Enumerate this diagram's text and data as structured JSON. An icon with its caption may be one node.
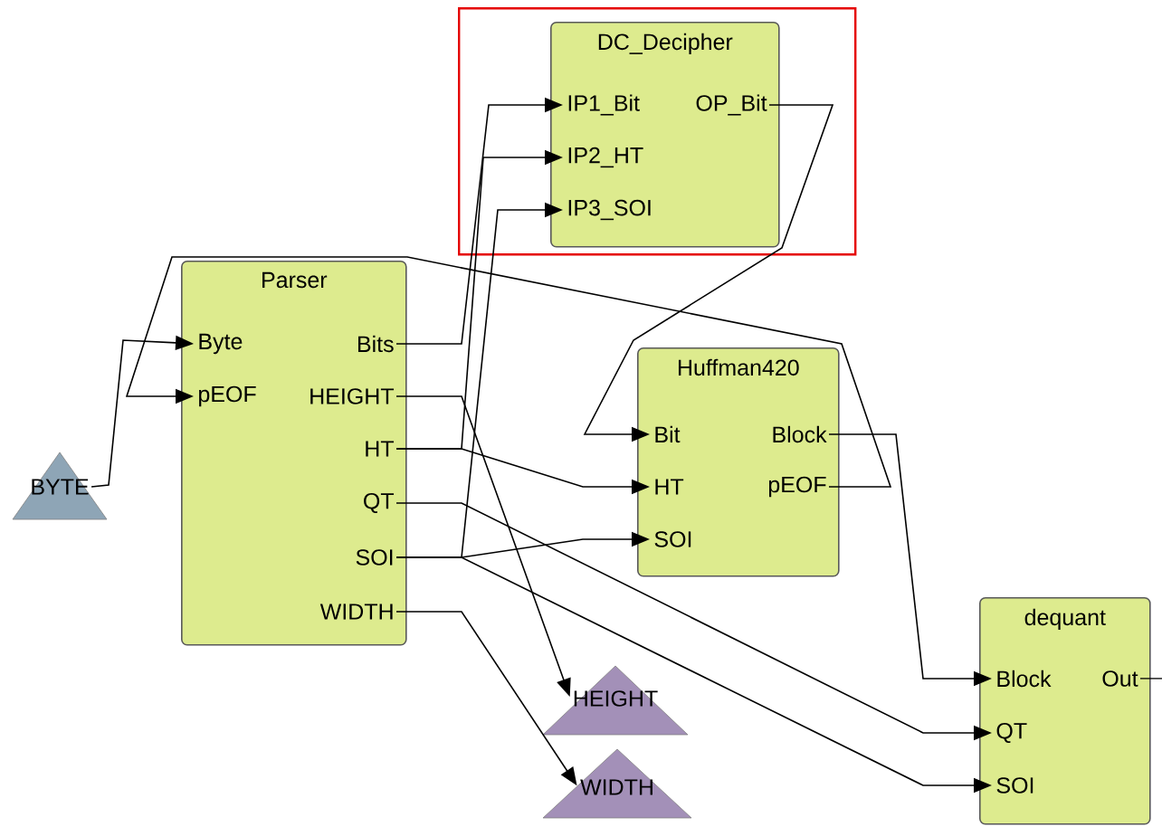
{
  "diagram": {
    "nodes": [
      {
        "text": [],
        "shape": "box"
      },
      {
        "text": [
          "DC_Decipher"
        ],
        "in": 0
      },
      {
        "text": [
          "IP1_Bit"
        ],
        "in": 1
      },
      {
        "text": [
          "OP_Bit"
        ],
        "in": 1
      },
      {
        "text": [
          "IP2_HT"
        ],
        "in": 1
      },
      {
        "text": [
          "IP3_SOI"
        ],
        "in": 1
      },
      {
        "text": [
          "Parser"
        ]
      },
      {
        "text": [
          "Byte"
        ],
        "in": 6
      },
      {
        "text": [
          "Bits"
        ],
        "in": 6
      },
      {
        "text": [
          "pEOF"
        ],
        "in": 6
      },
      {
        "text": [
          "HEIGHT"
        ],
        "in": 6
      },
      {
        "text": [
          "HT"
        ],
        "in": 6
      },
      {
        "text": [
          "QT"
        ],
        "in": 6
      },
      {
        "text": [
          "SOI"
        ],
        "in": 6
      },
      {
        "text": [
          "WIDTH"
        ],
        "in": 6
      },
      {
        "text": [
          "BYTE"
        ]
      },
      {
        "text": [
          "Huffman420"
        ]
      },
      {
        "text": [
          "Bit"
        ],
        "in": 16
      },
      {
        "text": [
          "Block"
        ],
        "in": 16
      },
      {
        "text": [
          "HT"
        ],
        "in": 16
      },
      {
        "text": [
          "pEOF"
        ],
        "in": 16
      },
      {
        "text": [
          "SOI"
        ],
        "in": 16
      },
      {
        "text": [
          "HEIGHT"
        ]
      },
      {
        "text": [
          "WIDTH"
        ]
      },
      {
        "text": [
          "dequant"
        ]
      },
      {
        "text": [
          "Block"
        ],
        "in": 24
      },
      {
        "text": [
          "Out"
        ],
        "in": 24
      },
      {
        "text": [
          "QT"
        ],
        "in": 24
      },
      {
        "text": [
          "SOI"
        ],
        "in": 24
      }
    ],
    "edges": [
      {
        "from": 15,
        "to": 7,
        "arrow": "to"
      },
      {
        "from": 20,
        "to": 9,
        "arrow": "to"
      },
      {
        "from": 8,
        "to": 2,
        "arrow": "to"
      },
      {
        "from": 11,
        "to": 4,
        "arrow": "to"
      },
      {
        "from": 11,
        "to": 19,
        "arrow": "to"
      },
      {
        "from": 13,
        "to": 5,
        "arrow": "to"
      },
      {
        "from": 13,
        "to": 21,
        "arrow": "to"
      },
      {
        "from": 13,
        "to": 28,
        "arrow": "to"
      },
      {
        "from": 12,
        "to": 27,
        "arrow": "to"
      },
      {
        "from": 10,
        "to": 22,
        "arrow": "to"
      },
      {
        "from": 14,
        "to": 23,
        "arrow": "to"
      },
      {
        "from": 3,
        "to": 17,
        "arrow": "to"
      },
      {
        "from": 18,
        "to": 25,
        "arrow": "to"
      },
      {
        "from": 26,
        "to": null,
        "arrow": "none"
      }
    ]
  }
}
